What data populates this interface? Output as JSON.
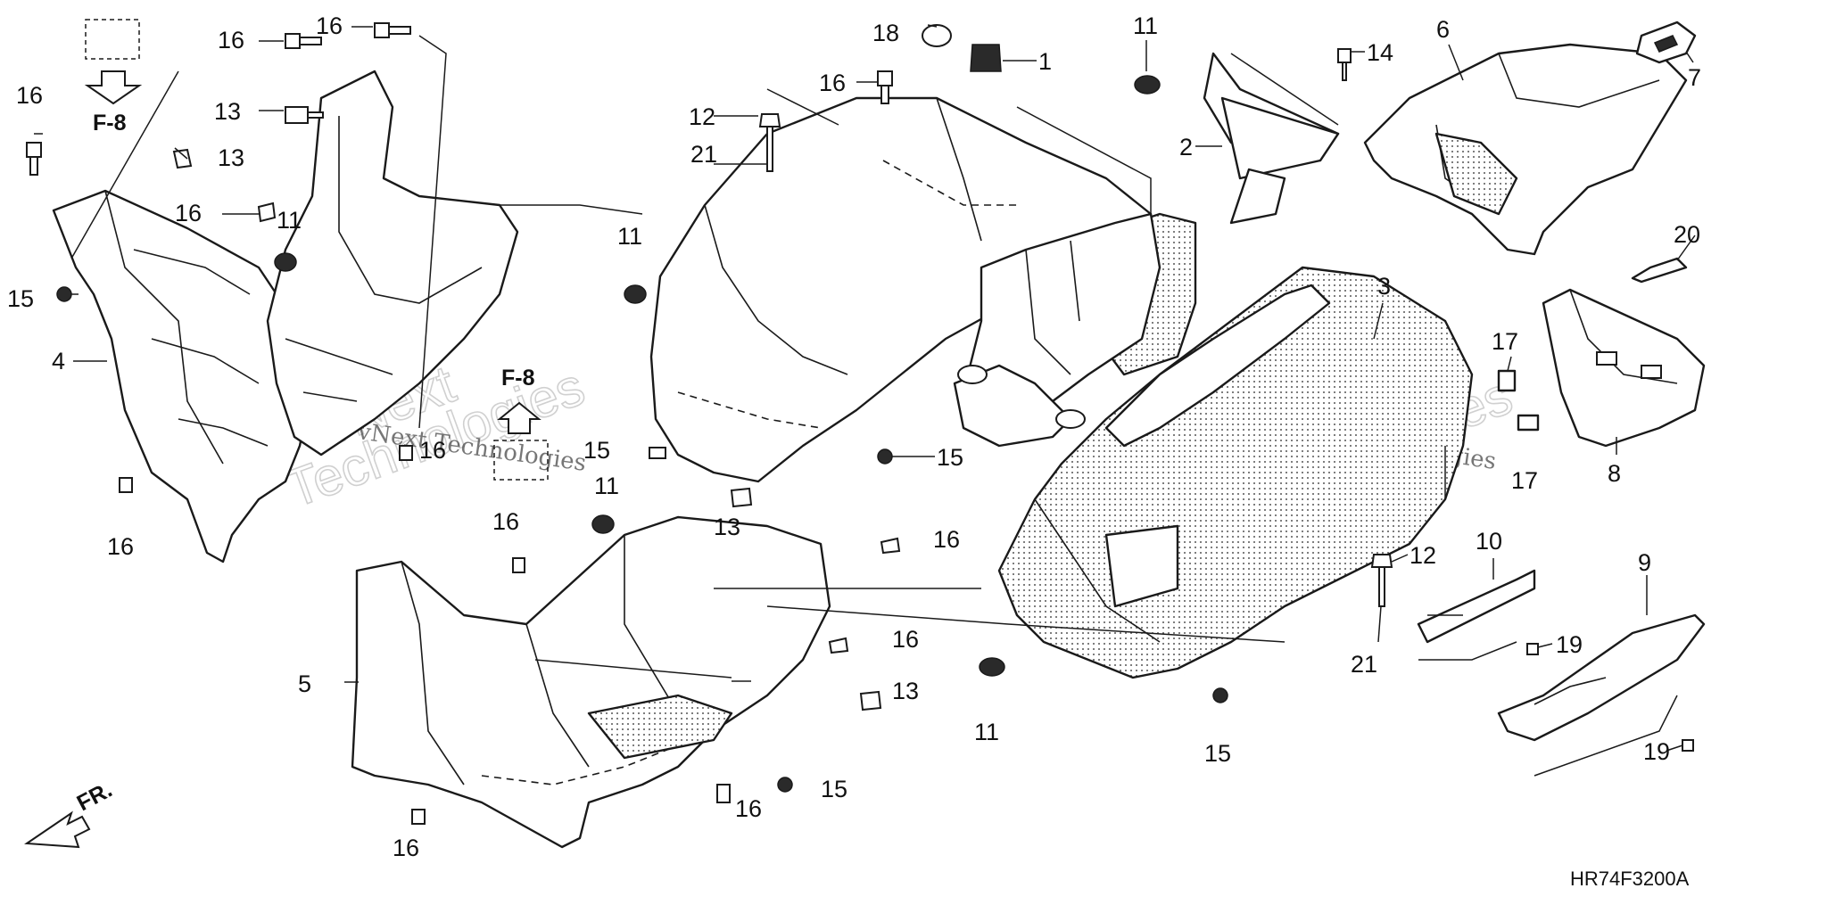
{
  "callouts": [
    "1",
    "2",
    "3",
    "4",
    "5",
    "6",
    "7",
    "8",
    "9",
    "10",
    "11",
    "12",
    "13",
    "14",
    "15",
    "16",
    "17",
    "18",
    "19",
    "20",
    "21"
  ],
  "labels": {
    "n1": "1",
    "n2": "2",
    "n3": "3",
    "n4": "4",
    "n5": "5",
    "n6": "6",
    "n7": "7",
    "n8": "8",
    "n9": "9",
    "n10": "10",
    "n11": "11",
    "n12": "12",
    "n13": "13",
    "n14": "14",
    "n15": "15",
    "n16": "16",
    "n17": "17",
    "n18": "18",
    "n19": "19",
    "n20": "20",
    "n21": "21"
  },
  "ref_f8": "F-8",
  "front_arrow": "FR.",
  "watermark_line1": "vNext Technologies",
  "watermark_brand": "vNext",
  "watermark_company": "Technologies",
  "diagram_code": "HR74F3200A"
}
